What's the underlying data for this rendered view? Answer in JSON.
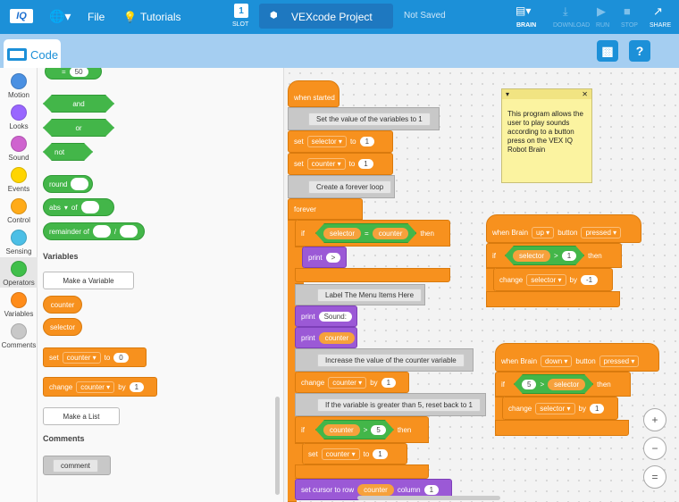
{
  "topbar": {
    "logo": "IQ",
    "file": "File",
    "tutorials": "Tutorials",
    "slot_num": "1",
    "slot_label": "SLOT",
    "project": "VEXcode Project",
    "saved": "Not Saved",
    "brain": "BRAIN",
    "download": "DOWNLOAD",
    "run": "RUN",
    "stop": "STOP",
    "share": "SHARE"
  },
  "code_tab": "Code",
  "categories": [
    {
      "label": "Motion",
      "color": "#4a90e2"
    },
    {
      "label": "Looks",
      "color": "#9966ff"
    },
    {
      "label": "Sound",
      "color": "#cf63cf"
    },
    {
      "label": "Events",
      "color": "#ffd500"
    },
    {
      "label": "Control",
      "color": "#ffab19"
    },
    {
      "label": "Sensing",
      "color": "#4cbfe6"
    },
    {
      "label": "Operators",
      "color": "#40bf4a"
    },
    {
      "label": "Variables",
      "color": "#ff8c1a"
    },
    {
      "label": "Comments",
      "color": "#c8c8c8"
    }
  ],
  "palette": {
    "eq_value": "50",
    "and": "and",
    "or": "or",
    "not": "not",
    "round": "round",
    "abs": "abs",
    "of": "of",
    "remainder": "remainder of",
    "slash": "/",
    "variables_title": "Variables",
    "make_variable": "Make a Variable",
    "var1": "counter",
    "var2": "selector",
    "set": "set",
    "set_var": "counter",
    "to": "to",
    "set_val": "0",
    "change": "change",
    "change_var": "counter",
    "by": "by",
    "change_val": "1",
    "make_list": "Make a List",
    "comments_title": "Comments",
    "comment": "comment"
  },
  "script": {
    "when_started": "when started",
    "c1": "Set the value of the variables to 1",
    "set": "set",
    "selector": "selector",
    "counter": "counter",
    "to": "to",
    "one": "1",
    "c2": "Create a forever loop",
    "forever": "forever",
    "if": "if",
    "then": "then",
    "eq": "=",
    "print": "print",
    "gt": ">",
    "c3": "Label The Menu Items Here",
    "sound": "Sound:",
    "c4": "Increase the value of the counter variable",
    "change": "change",
    "by": "by",
    "c5": "If the variable is greater than 5, reset back to 1",
    "five": "5",
    "cursor": "set cursor to row",
    "column": "column"
  },
  "script2": {
    "when_brain": "when Brain",
    "up": "up",
    "button": "button",
    "pressed": "pressed",
    "if": "if",
    "selector": "selector",
    "gt": ">",
    "one": "1",
    "then": "then",
    "change": "change",
    "by": "by",
    "neg1": "-1"
  },
  "script3": {
    "when_brain": "when Brain",
    "down": "down",
    "button": "button",
    "pressed": "pressed",
    "if": "if",
    "five": "5",
    "gt": ">",
    "selector": "selector",
    "then": "then",
    "change": "change",
    "by": "by",
    "one": "1"
  },
  "note": "This program allows the user to play sounds according to a button press on the VEX IQ Robot Brain",
  "zoom": {
    "in": "+",
    "out": "−",
    "reset": "="
  }
}
